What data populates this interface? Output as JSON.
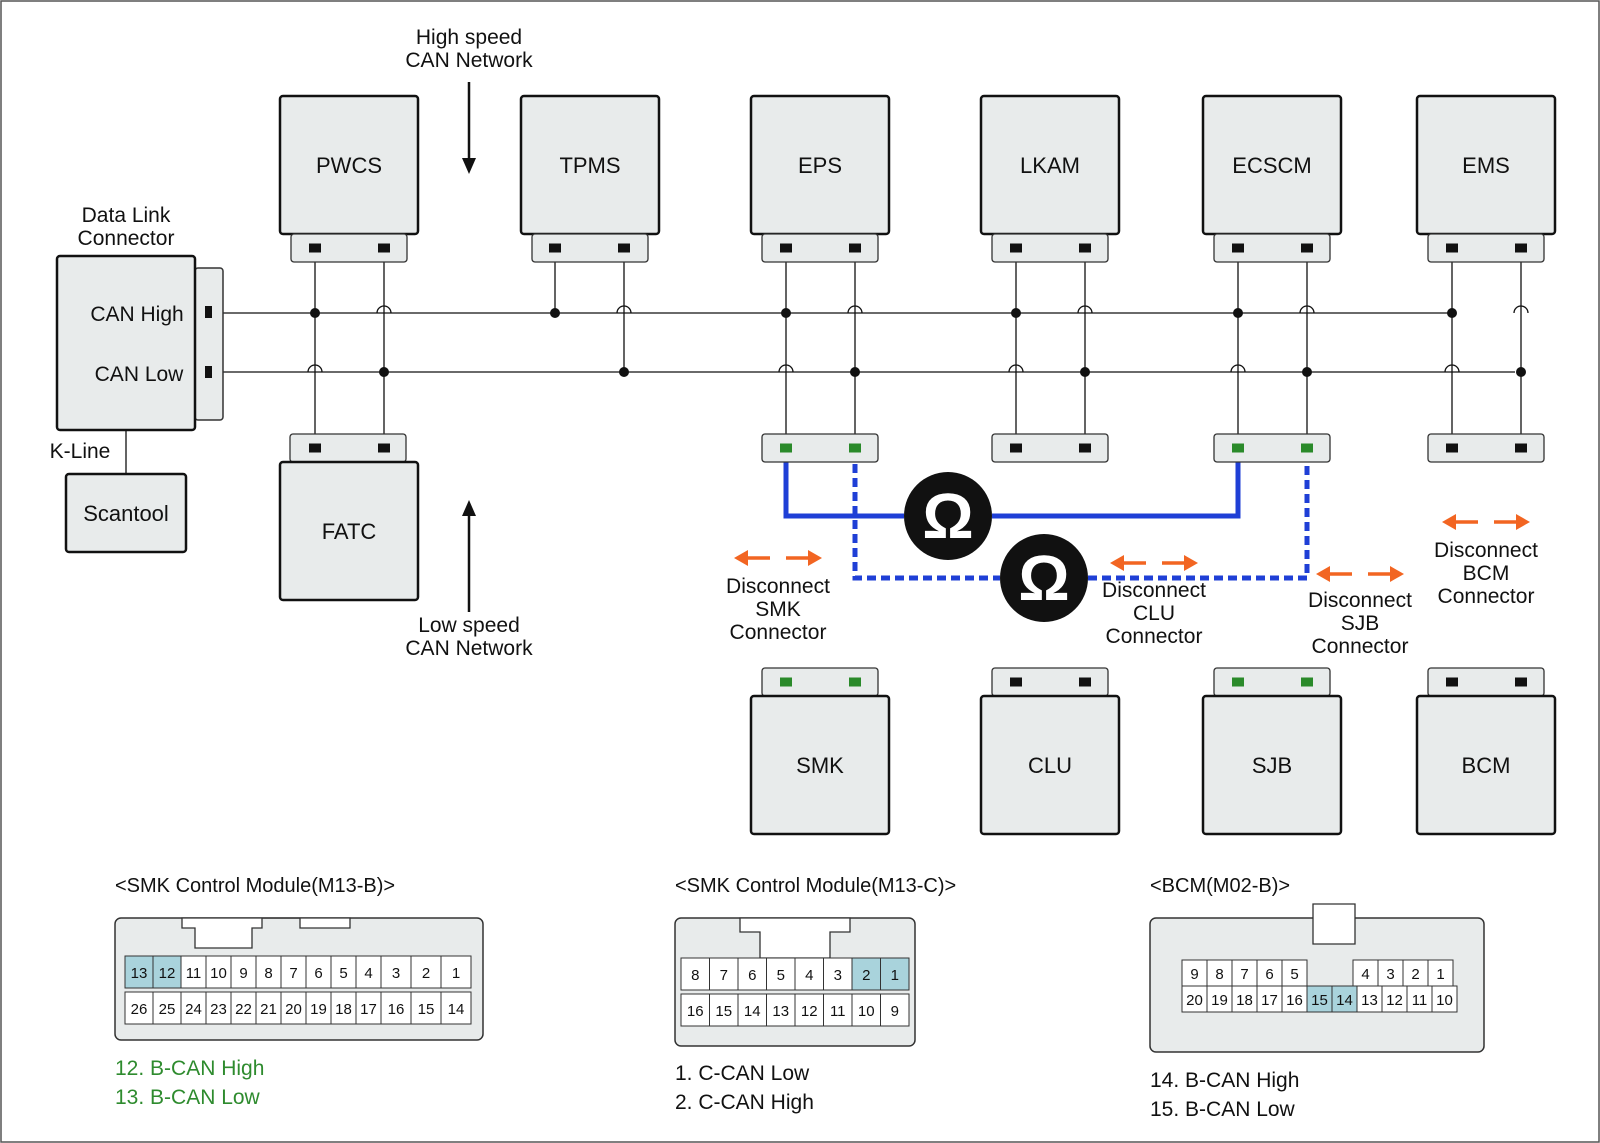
{
  "labels": {
    "high_speed": [
      "High speed",
      "CAN Network"
    ],
    "low_speed": [
      "Low speed",
      "CAN Network"
    ],
    "data_link": [
      "Data Link",
      "Connector"
    ],
    "can_high": "CAN High",
    "can_low": "CAN Low",
    "k_line": "K-Line",
    "scantool": "Scantool",
    "ohm_symbol": "Ω"
  },
  "modules": {
    "top": [
      "PWCS",
      "TPMS",
      "EPS",
      "LKAM",
      "ECSCM",
      "EMS"
    ],
    "fatc": "FATC",
    "bottom": [
      "SMK",
      "CLU",
      "SJB",
      "BCM"
    ]
  },
  "disconnect": {
    "smk": [
      "Disconnect",
      "SMK",
      "Connector"
    ],
    "clu": [
      "Disconnect",
      "CLU",
      "Connector"
    ],
    "sjb": [
      "Disconnect",
      "SJB",
      "Connector"
    ],
    "bcm": [
      "Disconnect",
      "BCM",
      "Connector"
    ]
  },
  "connectors": [
    {
      "title": "<SMK Control Module(M13-B)>",
      "row1": [
        "13",
        "12",
        "11",
        "10",
        "9",
        "8",
        "7",
        "6",
        "5",
        "4",
        "3",
        "2",
        "1"
      ],
      "row2": [
        "26",
        "25",
        "24",
        "23",
        "22",
        "21",
        "20",
        "19",
        "18",
        "17",
        "16",
        "15",
        "14"
      ],
      "highlight": [
        "13",
        "12"
      ],
      "legend": [
        "12. B-CAN High",
        "13. B-CAN Low"
      ],
      "legend_color": "#2e8b2e"
    },
    {
      "title": "<SMK Control Module(M13-C)>",
      "row1": [
        "8",
        "7",
        "6",
        "5",
        "4",
        "3",
        "2",
        "1"
      ],
      "row2": [
        "16",
        "15",
        "14",
        "13",
        "12",
        "11",
        "10",
        "9"
      ],
      "highlight": [
        "2",
        "1"
      ],
      "legend": [
        "1. C-CAN Low",
        "2. C-CAN High"
      ],
      "legend_color": "#111111"
    },
    {
      "title": "<BCM(M02-B)>",
      "row1": [
        "9",
        "8",
        "7",
        "6",
        "5",
        "",
        "4",
        "3",
        "2",
        "1"
      ],
      "row2": [
        "20",
        "19",
        "18",
        "17",
        "16",
        "15",
        "14",
        "13",
        "12",
        "11",
        "10"
      ],
      "highlight": [
        "15",
        "14"
      ],
      "legend": [
        "14. B-CAN High",
        "15. B-CAN Low"
      ],
      "legend_color": "#111111"
    }
  ],
  "colors": {
    "module_fill": "#e8ebeb",
    "probe_wire": "#1f3fd6",
    "arrow": "#f26522",
    "pin_highlight": "#a9d3dc",
    "active_pin": "#2a8a2a"
  }
}
